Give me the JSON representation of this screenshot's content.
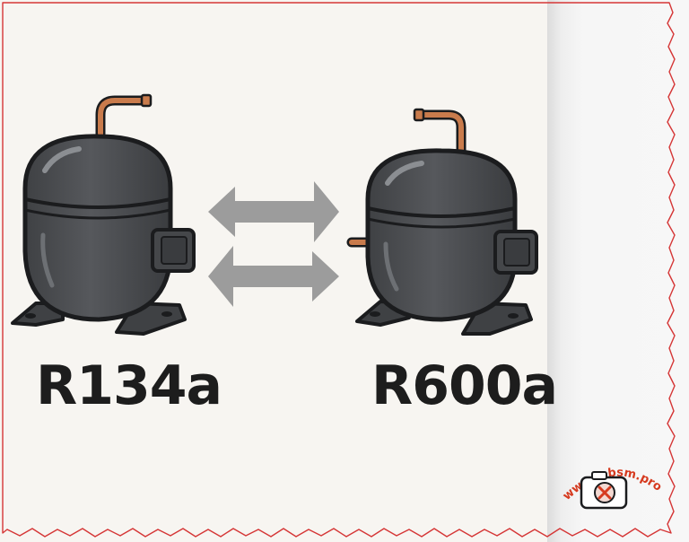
{
  "left_compressor": {
    "label": "R134a"
  },
  "right_compressor": {
    "label": "R600a"
  },
  "watermark": {
    "text": "www.mbsm.pro"
  },
  "colors": {
    "compressor_body": "#4c4e51",
    "compressor_outline": "#1b1c1e",
    "copper_pipe": "#c97b4c",
    "arrows": "#9c9c9c",
    "border": "#d53636",
    "watermark": "#d63a1f"
  },
  "icons": [
    "compressor-icon",
    "exchange-arrows-icon",
    "camera-icon"
  ]
}
